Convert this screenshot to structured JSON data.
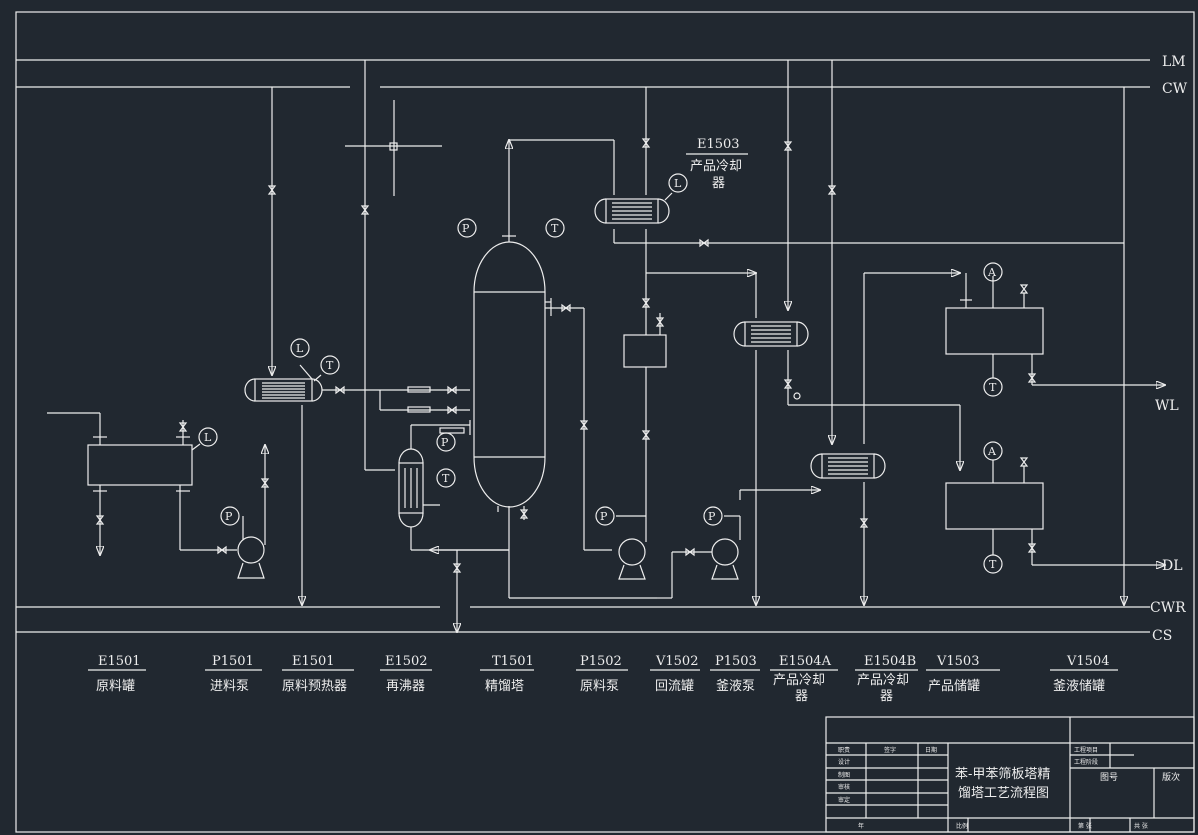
{
  "lines": {
    "lm": "LM",
    "cw": "CW",
    "wl": "WL",
    "dl": "DL",
    "cwr": "CWR",
    "cs": "CS"
  },
  "top_labels": {
    "e1503_tag": "E1503",
    "e1503_name1": "产品冷却",
    "e1503_name2": "器"
  },
  "legend": [
    {
      "tag": "E1501",
      "name": "原料罐",
      "name2": ""
    },
    {
      "tag": "P1501",
      "name": "进料泵",
      "name2": ""
    },
    {
      "tag": "E1501",
      "name": "原料预热器",
      "name2": ""
    },
    {
      "tag": "E1502",
      "name": "再沸器",
      "name2": ""
    },
    {
      "tag": "T1501",
      "name": "精馏塔",
      "name2": ""
    },
    {
      "tag": "P1502",
      "name": "原料泵",
      "name2": ""
    },
    {
      "tag": "V1502",
      "name": "回流罐",
      "name2": ""
    },
    {
      "tag": "P1503",
      "name": "釜液泵",
      "name2": ""
    },
    {
      "tag": "E1504A",
      "name": "产品冷却",
      "name2": "器"
    },
    {
      "tag": "E1504B",
      "name": "产品冷却",
      "name2": "器"
    },
    {
      "tag": "V1503",
      "name": "产品储罐",
      "name2": ""
    },
    {
      "tag": "V1504",
      "name": "釜液储罐",
      "name2": ""
    }
  ],
  "instruments": {
    "p": "P",
    "t": "T",
    "l": "L",
    "a": "A"
  },
  "title_block": {
    "title_line1": "苯-甲苯筛板塔精",
    "title_line2": "馏塔工艺流程图",
    "rows": [
      "职责",
      "设计",
      "制图",
      "审核",
      "审定"
    ],
    "h_sign": "签字",
    "h_date": "日期",
    "proj1": "工程项目",
    "proj2": "工程阶段",
    "drawing_no": "图号",
    "edition": "版次",
    "year": "年",
    "scale": "比例",
    "sheets": "第  张",
    "total": "共  张"
  }
}
